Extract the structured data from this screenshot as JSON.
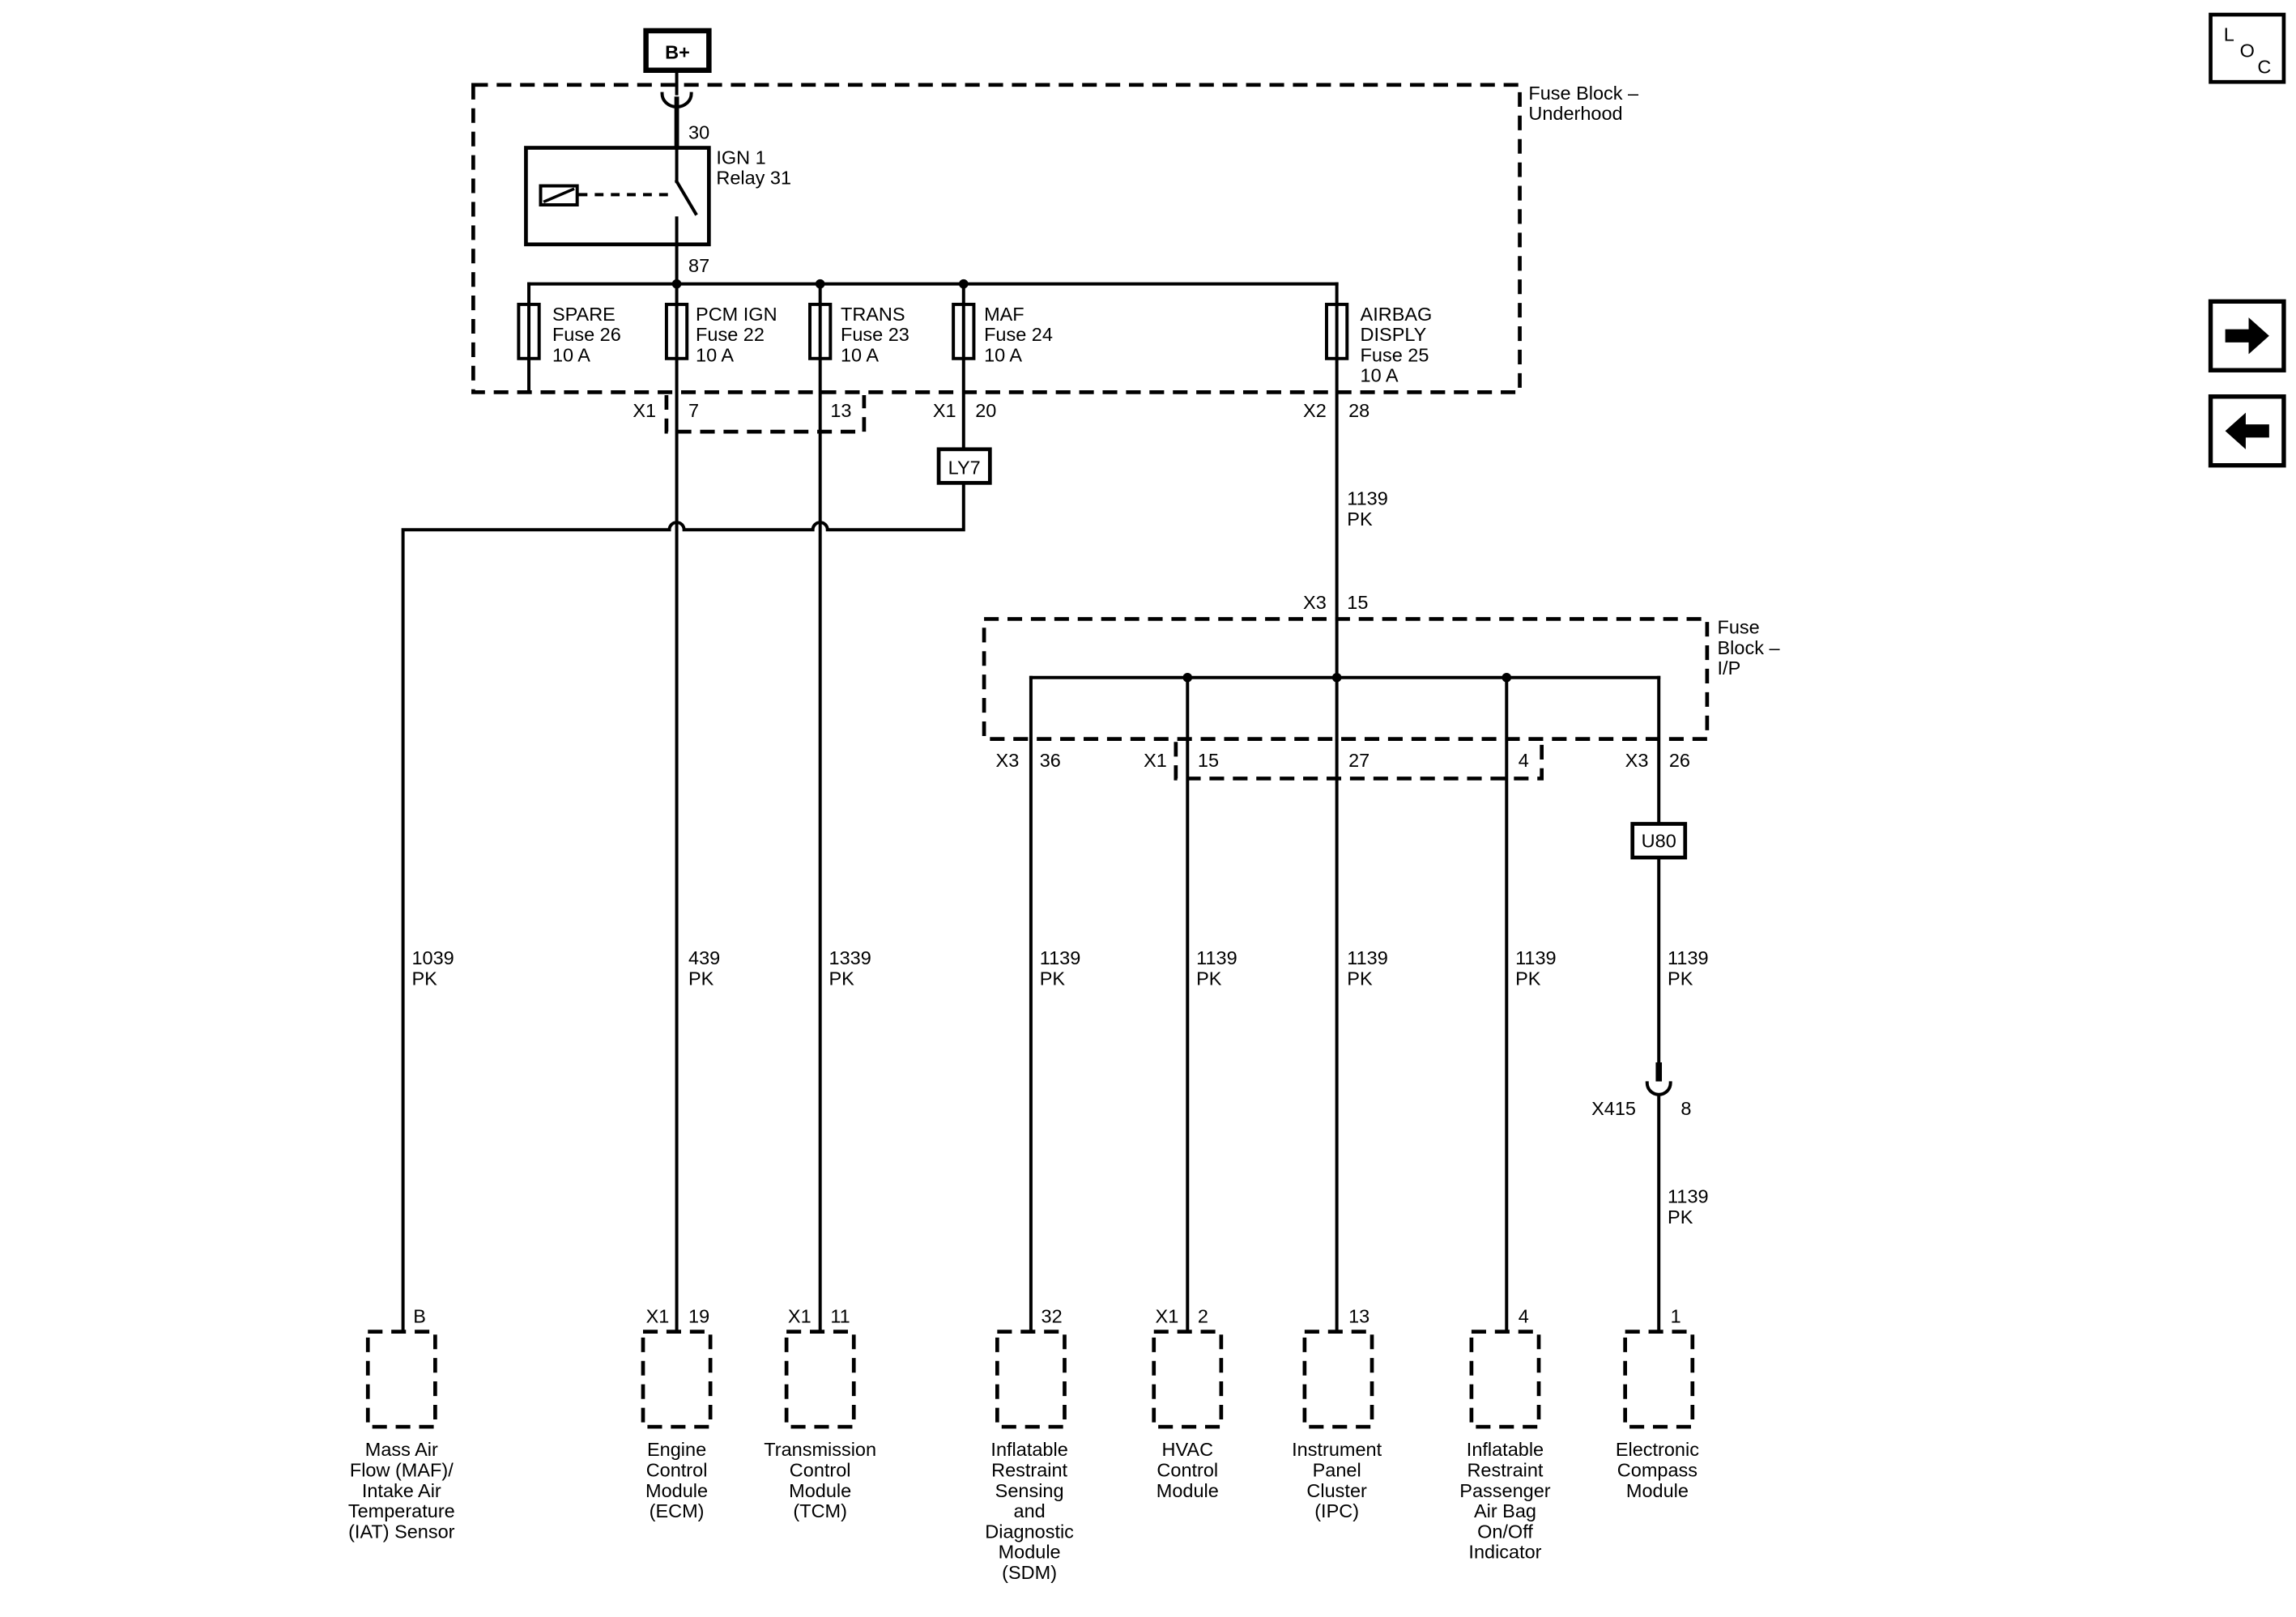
{
  "diagram": {
    "supply": {
      "label": "B+"
    },
    "underhood_block": {
      "label": [
        "Fuse Block –",
        "Underhood"
      ],
      "relay": {
        "name": [
          "IGN 1",
          "Relay 31"
        ],
        "input_pin": "30",
        "output_pin": "87"
      },
      "fuses": [
        {
          "lines": [
            "SPARE",
            "Fuse 26",
            "10 A"
          ]
        },
        {
          "lines": [
            "PCM IGN",
            "Fuse 22",
            "10 A"
          ]
        },
        {
          "lines": [
            "TRANS",
            "Fuse 23",
            "10 A"
          ]
        },
        {
          "lines": [
            "MAF",
            "Fuse 24",
            "10 A"
          ]
        },
        {
          "lines": [
            "AIRBAG",
            "DISPLY",
            "Fuse 25",
            "10 A"
          ]
        }
      ],
      "outputs": [
        {
          "connector": "X1",
          "pin": "7"
        },
        {
          "pin": "13"
        },
        {
          "connector": "X1",
          "pin": "20"
        },
        {
          "connector": "X2",
          "pin": "28"
        }
      ]
    },
    "options": {
      "maf_option": "LY7",
      "compass_option": "U80"
    },
    "ip_block": {
      "label": [
        "Fuse",
        "Block –",
        "I/P"
      ],
      "input": {
        "connector": "X3",
        "pin": "15"
      },
      "outputs": [
        {
          "connector": "X3",
          "pin": "36"
        },
        {
          "connector": "X1",
          "pin": "15"
        },
        {
          "pin": "27"
        },
        {
          "pin": "4"
        },
        {
          "connector": "X3",
          "pin": "26"
        }
      ]
    },
    "inline_connector": {
      "connector": "X415",
      "pin": "8"
    },
    "wires": {
      "maf": {
        "circuit": "1039",
        "color": "PK"
      },
      "ecm": {
        "circuit": "439",
        "color": "PK"
      },
      "tcm": {
        "circuit": "1339",
        "color": "PK"
      },
      "ip_feed": {
        "circuit": "1139",
        "color": "PK"
      },
      "sdm": {
        "circuit": "1139",
        "color": "PK"
      },
      "hvac": {
        "circuit": "1139",
        "color": "PK"
      },
      "ipc": {
        "circuit": "1139",
        "color": "PK"
      },
      "pai": {
        "circuit": "1139",
        "color": "PK"
      },
      "compass_upper": {
        "circuit": "1139",
        "color": "PK"
      },
      "compass_lower": {
        "circuit": "1139",
        "color": "PK"
      }
    },
    "modules": [
      {
        "pin": "B",
        "name": [
          "Mass Air",
          "Flow (MAF)/",
          "Intake Air",
          "Temperature",
          "(IAT) Sensor"
        ]
      },
      {
        "connector": "X1",
        "pin": "19",
        "name": [
          "Engine",
          "Control",
          "Module",
          "(ECM)"
        ]
      },
      {
        "connector": "X1",
        "pin": "11",
        "name": [
          "Transmission",
          "Control",
          "Module",
          "(TCM)"
        ]
      },
      {
        "pin": "32",
        "name": [
          "Inflatable",
          "Restraint",
          "Sensing",
          "and",
          "Diagnostic",
          "Module",
          "(SDM)"
        ]
      },
      {
        "connector": "X1",
        "pin": "2",
        "name": [
          "HVAC",
          "Control",
          "Module"
        ]
      },
      {
        "pin": "13",
        "name": [
          "Instrument",
          "Panel",
          "Cluster",
          "(IPC)"
        ]
      },
      {
        "pin": "4",
        "name": [
          "Inflatable",
          "Restraint",
          "Passenger",
          "Air Bag",
          "On/Off",
          "Indicator"
        ]
      },
      {
        "pin": "1",
        "name": [
          "Electronic",
          "Compass",
          "Module"
        ]
      }
    ]
  },
  "nav": {
    "loc_letters": [
      "L",
      "O",
      "C"
    ],
    "next_icon": "arrow-right-icon",
    "prev_icon": "arrow-left-icon"
  },
  "colors": {
    "line": "#000000",
    "background": "#ffffff"
  }
}
